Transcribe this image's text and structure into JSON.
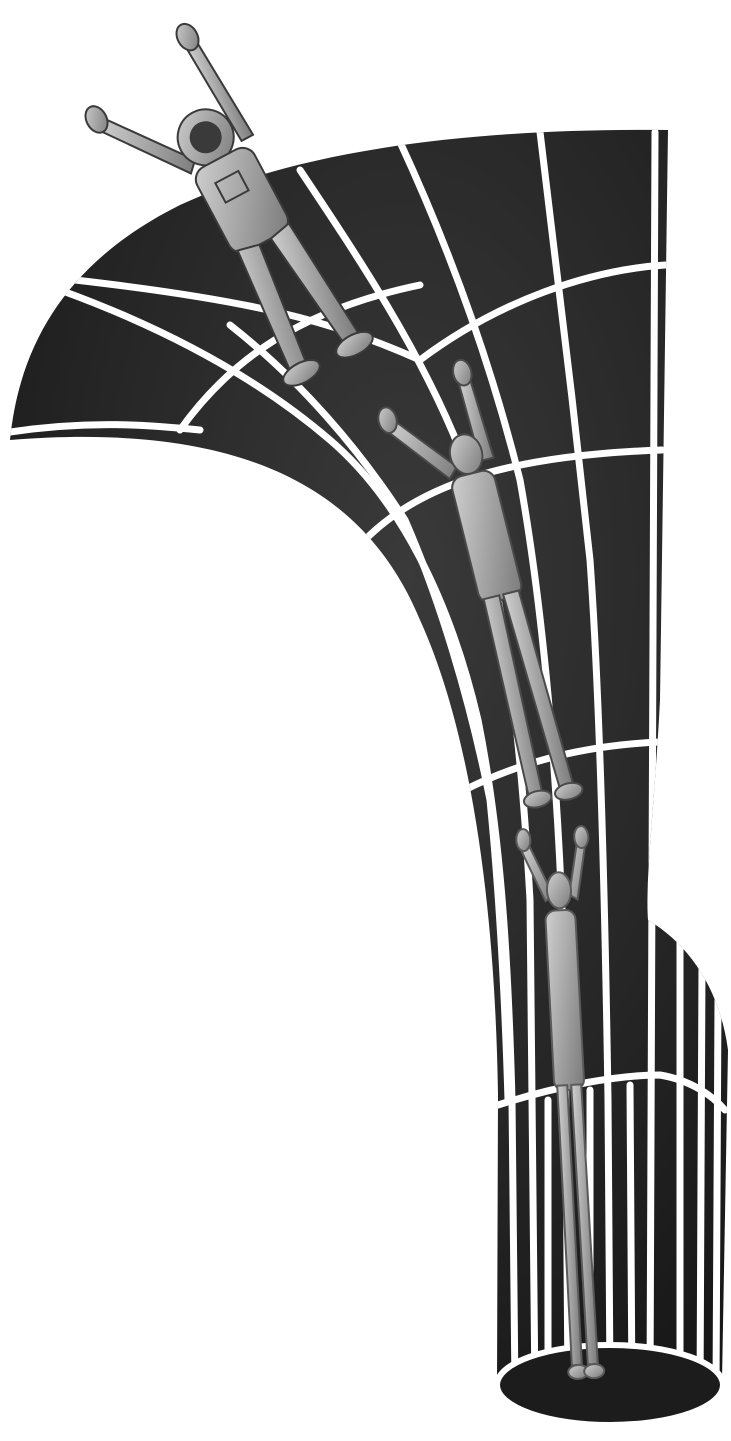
{
  "colors": {
    "background": "#ffffff",
    "funnel_fill": "#1c1c1c",
    "funnel_highlight": "#3a3a3a",
    "grid_line": "#ffffff",
    "figure_light": "#b9b9b9",
    "figure_mid": "#8d8d8d",
    "figure_dark": "#5a5a5a"
  },
  "elements": {
    "funnel": "curved-spacetime-funnel",
    "figures": [
      "astronaut-top",
      "astronaut-middle",
      "astronaut-bottom"
    ]
  }
}
